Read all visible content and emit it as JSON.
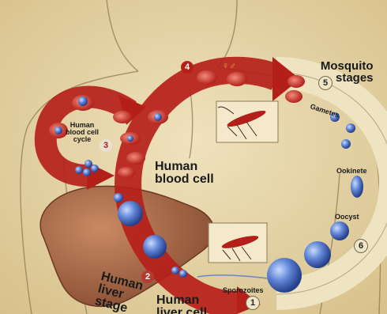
{
  "labels": {
    "mosquito_title_line1": "Mosquito",
    "mosquito_title_line2": "stages",
    "human_blood_cell_line1": "Human",
    "human_blood_cell_line2": "blood cell",
    "human_blood_cycle_line1": "Human",
    "human_blood_cycle_line2": "blood cell",
    "human_blood_cycle_line3": "cycle",
    "human_liver_stage_line1": "Human",
    "human_liver_stage_line2": "liver",
    "human_liver_stage_line3": "stage",
    "human_liver_cell_line1": "Human",
    "human_liver_cell_line2": "liver cell",
    "gametes": "Gametes",
    "ookinete": "Ookinete",
    "oocyst": "Oocyst",
    "sporozoites": "Sporozoites",
    "gender_symbols": "♀♂"
  },
  "steps": [
    "1",
    "2",
    "3",
    "4",
    "5",
    "6"
  ],
  "colors": {
    "background": "#e7d7ae",
    "red_arrow": "#b51f1a",
    "cream_band": "#eee4c2",
    "cell_blue": "#4d6fbf"
  }
}
